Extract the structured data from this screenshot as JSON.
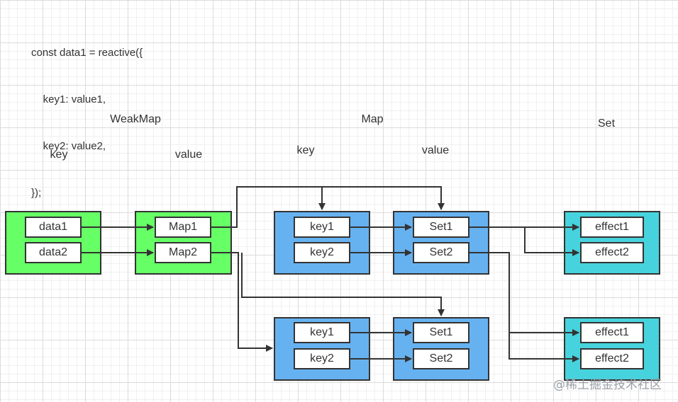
{
  "code": {
    "line1": "const data1 = reactive({",
    "line2": "    key1: value1,",
    "line3": "    key2: value2,",
    "line4": "});"
  },
  "headers": {
    "weakmap": "WeakMap",
    "weakmap_key": "key",
    "weakmap_value": "value",
    "map": "Map",
    "map_key": "key",
    "map_value": "value",
    "set": "Set"
  },
  "weakmap": {
    "keys": [
      "data1",
      "data2"
    ],
    "values": [
      "Map1",
      "Map2"
    ]
  },
  "map1": {
    "keys": [
      "key1",
      "key2"
    ],
    "values": [
      "Set1",
      "Set2"
    ]
  },
  "map2": {
    "keys": [
      "key1",
      "key2"
    ],
    "values": [
      "Set1",
      "Set2"
    ]
  },
  "set1": {
    "items": [
      "effect1",
      "effect2"
    ]
  },
  "set2": {
    "items": [
      "effect1",
      "effect2"
    ]
  },
  "colors": {
    "green": "#66ff66",
    "blue": "#66b2f0",
    "cyan": "#46d3dd",
    "line": "#333333"
  },
  "watermark": "@稀土掘金技术社区"
}
